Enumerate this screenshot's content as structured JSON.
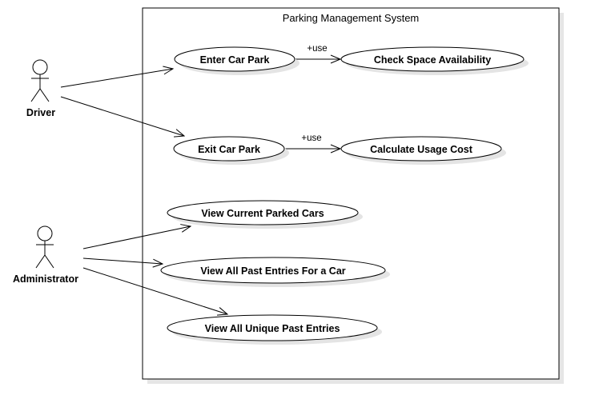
{
  "diagram": {
    "type": "use-case",
    "system": {
      "title": "Parking Management System"
    },
    "actors": [
      {
        "id": "driver",
        "label": "Driver"
      },
      {
        "id": "administrator",
        "label": "Administrator"
      }
    ],
    "use_cases": [
      {
        "id": "enter-car-park",
        "label": "Enter Car Park"
      },
      {
        "id": "check-space-availability",
        "label": "Check Space Availability"
      },
      {
        "id": "exit-car-park",
        "label": "Exit Car Park"
      },
      {
        "id": "calculate-usage-cost",
        "label": "Calculate Usage Cost"
      },
      {
        "id": "view-current-parked-cars",
        "label": "View Current Parked Cars"
      },
      {
        "id": "view-all-past-entries-for-a-car",
        "label": "View All Past Entries For a Car"
      },
      {
        "id": "view-all-unique-past-entries",
        "label": "View All Unique Past Entries"
      }
    ],
    "relations": [
      {
        "from": "driver",
        "to": "enter-car-park",
        "label": ""
      },
      {
        "from": "driver",
        "to": "exit-car-park",
        "label": ""
      },
      {
        "from": "enter-car-park",
        "to": "check-space-availability",
        "label": "+use"
      },
      {
        "from": "exit-car-park",
        "to": "calculate-usage-cost",
        "label": "+use"
      },
      {
        "from": "administrator",
        "to": "view-current-parked-cars",
        "label": ""
      },
      {
        "from": "administrator",
        "to": "view-all-past-entries-for-a-car",
        "label": ""
      },
      {
        "from": "administrator",
        "to": "view-all-unique-past-entries",
        "label": ""
      }
    ],
    "colors": {
      "stroke": "#000000",
      "fill": "#ffffff",
      "shadow": "#e4e4e4"
    }
  }
}
